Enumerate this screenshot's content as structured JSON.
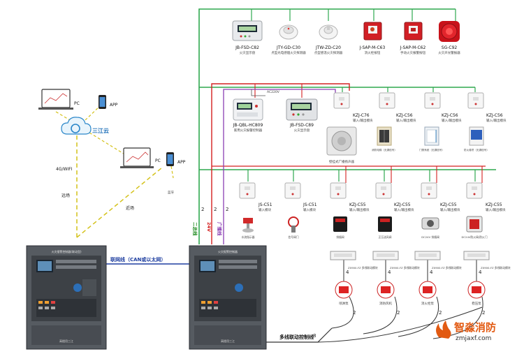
{
  "top_devices": [
    {
      "model": "JB-FSD-C82",
      "name": "火灾显示盘"
    },
    {
      "model": "JTY-GD-C30",
      "name": "点型光电感烟火灾探测器"
    },
    {
      "model": "JTW-ZD-C20",
      "name": "点型感温火灾探测器"
    },
    {
      "model": "J-SAP-M-C63",
      "name": "消火栓按钮"
    },
    {
      "model": "J-SAP-M-C62",
      "name": "手动火灾报警按钮"
    },
    {
      "model": "SG-C92",
      "name": "火灾声光警报器"
    }
  ],
  "mid_devices": [
    {
      "model": "JB-QBL-HC809",
      "name": "家用火灾报警控制器"
    },
    {
      "model": "JB-FSD-C89",
      "name": "火灾显示盘"
    },
    {
      "model": "KZJ-C76",
      "name": "输入/输出模块"
    },
    {
      "model": "KZJ-C56",
      "name": "输入/输出模块"
    },
    {
      "model": "KZJ-C56",
      "name": "输入/输出模块"
    },
    {
      "model": "KZJ-C56",
      "name": "输入/输出模块"
    }
  ],
  "mid_extras": {
    "ac": "AC220V",
    "speaker": "壁挂式广播扬声器",
    "sub1": "消防电梯（无源信号）",
    "sub2": "门禁系统（无源信号）",
    "sub3": "防火卷帘（无源信号）"
  },
  "bot_devices": [
    {
      "model": "JS-C51",
      "name": "输入模块",
      "sub": "水流指示器"
    },
    {
      "model": "JS-C51",
      "name": "输入模块",
      "sub": "信号阀门"
    },
    {
      "model": "KZJ-C55",
      "name": "输入/输出模块",
      "sub": "排烟阀"
    },
    {
      "model": "KZJ-C55",
      "name": "输入/输出模块",
      "sub": "正压送风阀"
    },
    {
      "model": "KZJ-C55",
      "name": "输入/输出模块",
      "sub": "DC24V 排烟阀"
    },
    {
      "model": "KZJ-C55",
      "name": "输入/输出模块",
      "sub": "DC24V防火阀/防火门"
    }
  ],
  "multi_line_modules": [
    {
      "sub": "ZX900-FZ 多线联动模块",
      "pump": "喷淋泵"
    },
    {
      "sub": "ZX900-FZ 多线联动模块",
      "pump": "消防风机"
    },
    {
      "sub": "ZX900-FZ 多线联动模块",
      "pump": "消火栓泵"
    },
    {
      "sub": "ZX900-FZ 多线联动模块",
      "pump": "稳压泵"
    }
  ],
  "network": {
    "pc": "PC",
    "app": "APP",
    "cloud": "三江云",
    "wifi": "4G/WIFI",
    "remote": "远场",
    "near": "近场",
    "bluetooth": "蓝牙",
    "link": "联网线（CAN或以太网）"
  },
  "panel": {
    "title1": "火灾报警控制器(联动型)",
    "title2": "火灾报警控制器",
    "brand": "高楼用三江"
  },
  "wires": {
    "bus": "二总线",
    "power": "24V",
    "broadcast": "广播线",
    "multi": "多线联动控制线",
    "n2": "2",
    "n4": "4",
    "n8": "8"
  },
  "watermark": {
    "cn": "智淼消防",
    "url": "zmjaxf.com"
  }
}
